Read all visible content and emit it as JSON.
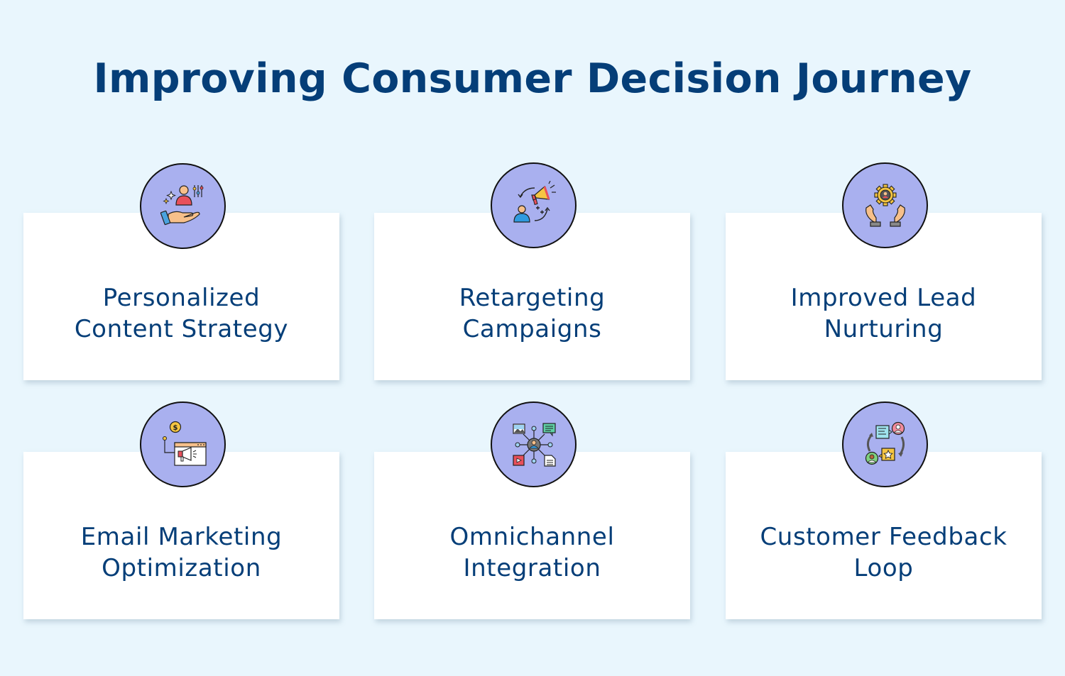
{
  "page": {
    "title": "Improving Consumer Decision Journey",
    "background_color": "#e9f6fd",
    "text_color": "#053e78",
    "circle_color": "#a9b0ef"
  },
  "cards": [
    {
      "label_line1": "Personalized",
      "label_line2": "Content Strategy",
      "icon": "personalized-user-hand-icon"
    },
    {
      "label_line1": "Retargeting",
      "label_line2": "Campaigns",
      "icon": "megaphone-retarget-icon"
    },
    {
      "label_line1": "Improved Lead",
      "label_line2": "Nurturing",
      "icon": "hands-gear-user-icon"
    },
    {
      "label_line1": "Email Marketing",
      "label_line2": "Optimization",
      "icon": "browser-megaphone-coin-icon"
    },
    {
      "label_line1": "Omnichannel",
      "label_line2": "Integration",
      "icon": "network-channels-icon"
    },
    {
      "label_line1": "Customer Feedback",
      "label_line2": "Loop",
      "icon": "feedback-loop-icon"
    }
  ]
}
